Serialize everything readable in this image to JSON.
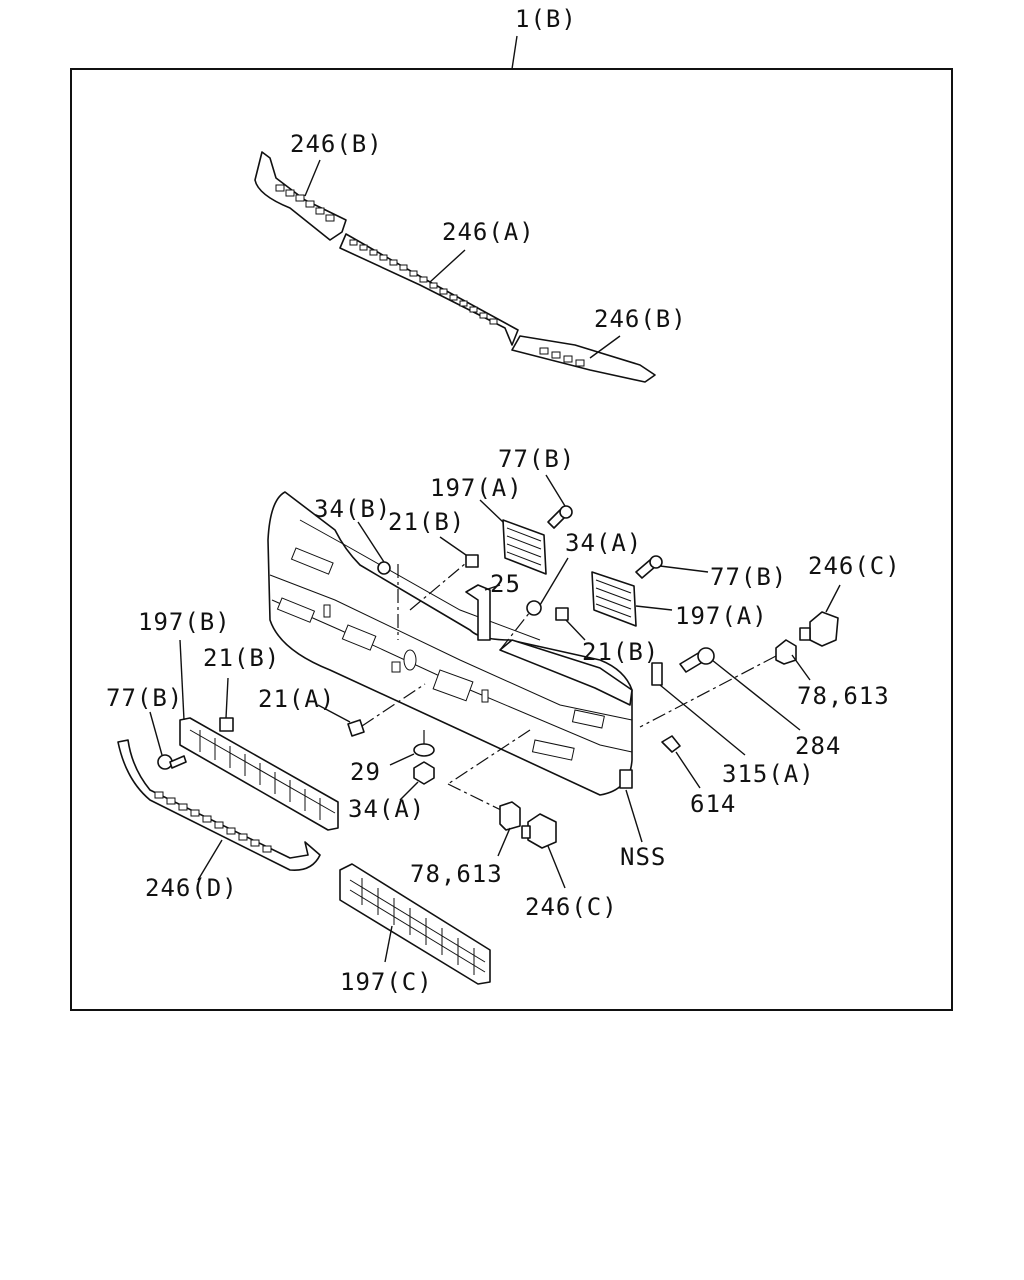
{
  "labels": {
    "assembly": "1(B)",
    "strip_b_top": "246(B)",
    "strip_a": "246(A)",
    "strip_b_right": "246(B)",
    "bolt_77b_top": "77(B)",
    "grille_197a_top": "197(A)",
    "nut_34b": "34(B)",
    "clip_21b_top": "21(B)",
    "bracket_25": "25",
    "nut_34a_mid": "34(A)",
    "bolt_77b_right": "77(B)",
    "clip_246c_right": "246(C)",
    "grille_197a_right": "197(A)",
    "clip_21b_right": "21(B)",
    "grille_197b": "197(B)",
    "clip_21b_left": "21(B)",
    "bolt_77b_left": "77(B)",
    "clip_21a": "21(A)",
    "nut_78_613_right": "78,613",
    "bolt_284": "284",
    "washer_29": "29",
    "nut_34a_low": "34(A)",
    "plate_315a": "315(A)",
    "lamp_614": "614",
    "strip_246d": "246(D)",
    "nss": "NSS",
    "nut_78_613_low": "78,613",
    "clip_246c_low": "246(C)",
    "grille_197c": "197(C)"
  }
}
